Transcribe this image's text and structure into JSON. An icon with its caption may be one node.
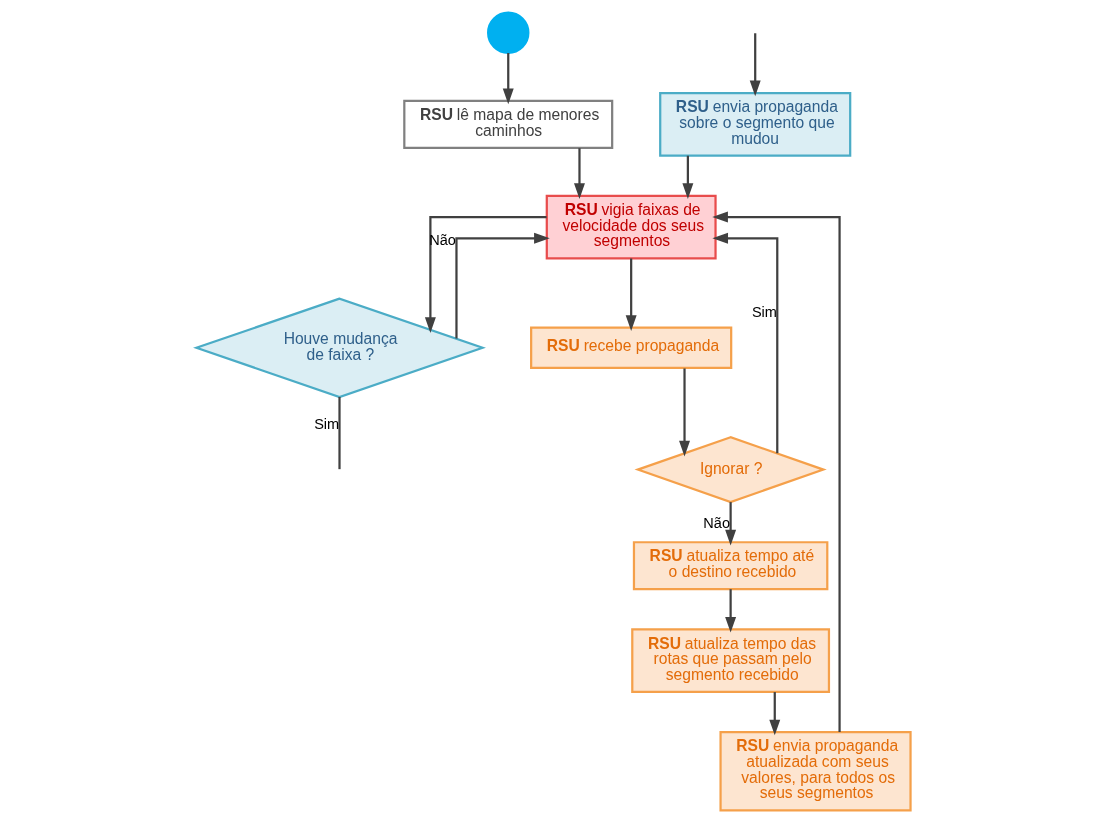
{
  "diagram": {
    "nodes": [
      {
        "text": [],
        "shape": "circle"
      },
      {
        "text": [
          "**RSU** lê mapa de menores caminhos"
        ]
      },
      {
        "text": [
          "**RSU** vigia faixas de velocidade dos seus segmentos"
        ]
      },
      {
        "text": [
          "Houve mudança de faixa ?"
        ]
      },
      {
        "text": [
          "**RSU** recebe propaganda"
        ]
      },
      {
        "text": [
          "Ignorar ?"
        ]
      },
      {
        "text": [
          "**RSU** atualiza tempo até o destino recebido"
        ]
      },
      {
        "text": [
          "**RSU** atualiza tempo das rotas que passam pelo segmento recebido"
        ]
      },
      {
        "text": [
          "**RSU** envia propaganda atualizada com seus valores, para todos os seus segmentos"
        ]
      },
      {
        "text": [
          "**RSU** envia propaganda sobre o segmento que mudou"
        ]
      }
    ],
    "edges": [
      {
        "from": 0,
        "to": 1,
        "arrow": "to"
      },
      {
        "from": 1,
        "to": 2,
        "arrow": "to"
      },
      {
        "from": 2,
        "to": 3,
        "arrow": "to"
      },
      {
        "from": 3,
        "to": null,
        "arrow": "none",
        "label": "Sim"
      },
      {
        "from": 3,
        "to": 2,
        "arrow": "to",
        "label": "Não"
      },
      {
        "from": 2,
        "to": 4,
        "arrow": "to"
      },
      {
        "from": 4,
        "to": 5,
        "arrow": "to"
      },
      {
        "from": 5,
        "to": 6,
        "arrow": "to",
        "label": "Não"
      },
      {
        "from": 5,
        "to": 2,
        "arrow": "to",
        "label": "Sim"
      },
      {
        "from": 6,
        "to": 7,
        "arrow": "to"
      },
      {
        "from": 7,
        "to": 8,
        "arrow": "to"
      },
      {
        "from": 8,
        "to": 2,
        "arrow": "to"
      },
      {
        "from": 9,
        "to": 2,
        "arrow": "to"
      },
      {
        "from": null,
        "to": 9,
        "arrow": "to"
      }
    ]
  }
}
